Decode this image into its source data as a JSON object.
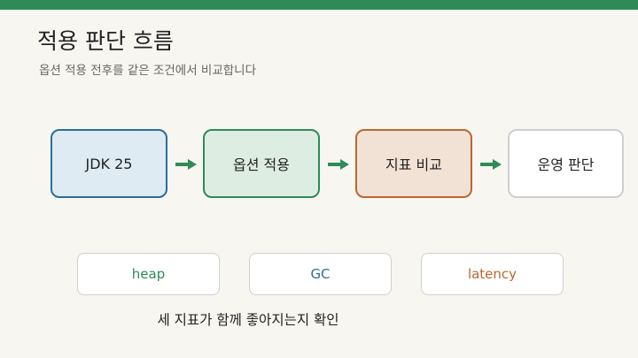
{
  "header": {
    "accent_color": "#2e8b57",
    "title": "적용 판단 흐름",
    "subtitle": "옵션 적용 전후를 같은 조건에서 비교합니다"
  },
  "flow": {
    "steps": [
      {
        "label": "JDK 25",
        "fill": "#deebf3",
        "border": "#2c6e99"
      },
      {
        "label": "옵션 적용",
        "fill": "#deede2",
        "border": "#2e8b57"
      },
      {
        "label": "지표 비교",
        "fill": "#f2e2d6",
        "border": "#bc6631"
      },
      {
        "label": "운영 판단",
        "fill": "#ffffff",
        "border": "#cfcfcf"
      }
    ],
    "arrow_color": "#2e8b57"
  },
  "metrics": [
    {
      "label": "heap",
      "color": "#2e8b57"
    },
    {
      "label": "GC",
      "color": "#2c6e99"
    },
    {
      "label": "latency",
      "color": "#bc6631"
    }
  ],
  "footnote": "세 지표가 함께 좋아지는지 확인"
}
